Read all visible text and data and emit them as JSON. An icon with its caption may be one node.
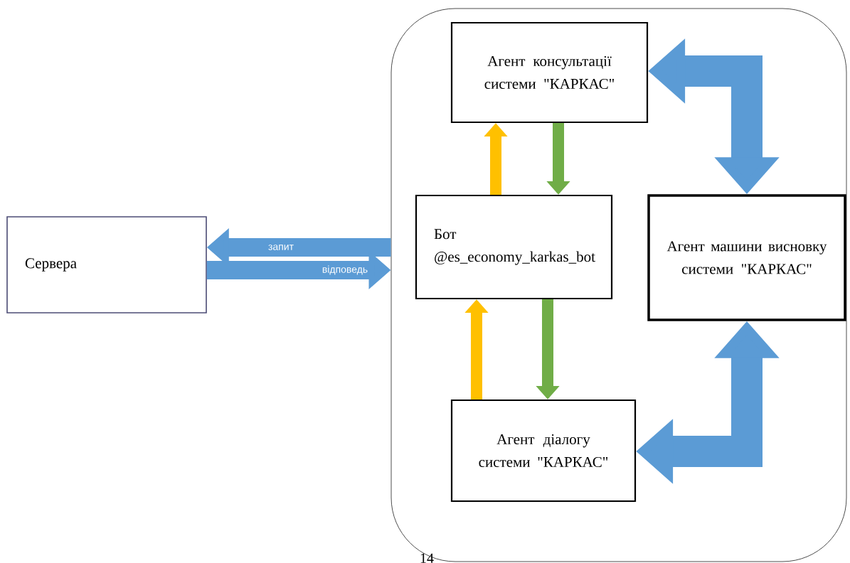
{
  "diagram": {
    "nodes": [
      {
        "text": [
          "Сервера"
        ]
      },
      {
        "text": [],
        "shape": "box"
      },
      {
        "text": [
          "Агент консультації системи \"КАРКАС\""
        ],
        "in": 1
      },
      {
        "text": [
          "Бот @es_economy_karkas_bot"
        ],
        "in": 1
      },
      {
        "text": [
          "Агент машини висновку системи \"КАРКАС\""
        ],
        "in": 1
      },
      {
        "text": [
          "Агент діалогу системи \"КАРКАС\""
        ],
        "in": 1
      }
    ],
    "edges": [
      {
        "from": 1,
        "to": 0,
        "arrow": "to",
        "label": "запит",
        "color": "#5b9bd5"
      },
      {
        "from": 0,
        "to": 1,
        "arrow": "to",
        "label": "відповедь",
        "color": "#5b9bd5"
      },
      {
        "from": 3,
        "to": 2,
        "arrow": "to",
        "color": "#ffc000"
      },
      {
        "from": 2,
        "to": 3,
        "arrow": "to",
        "color": "#70ad47"
      },
      {
        "from": 5,
        "to": 3,
        "arrow": "to",
        "color": "#ffc000"
      },
      {
        "from": 3,
        "to": 5,
        "arrow": "to",
        "color": "#70ad47"
      },
      {
        "from": 2,
        "to": 4,
        "arrow": "both",
        "style": "thick",
        "color": "#5b9bd5"
      },
      {
        "from": 4,
        "to": 5,
        "arrow": "both",
        "style": "thick",
        "color": "#5b9bd5"
      }
    ],
    "labels": [
      "14"
    ]
  }
}
